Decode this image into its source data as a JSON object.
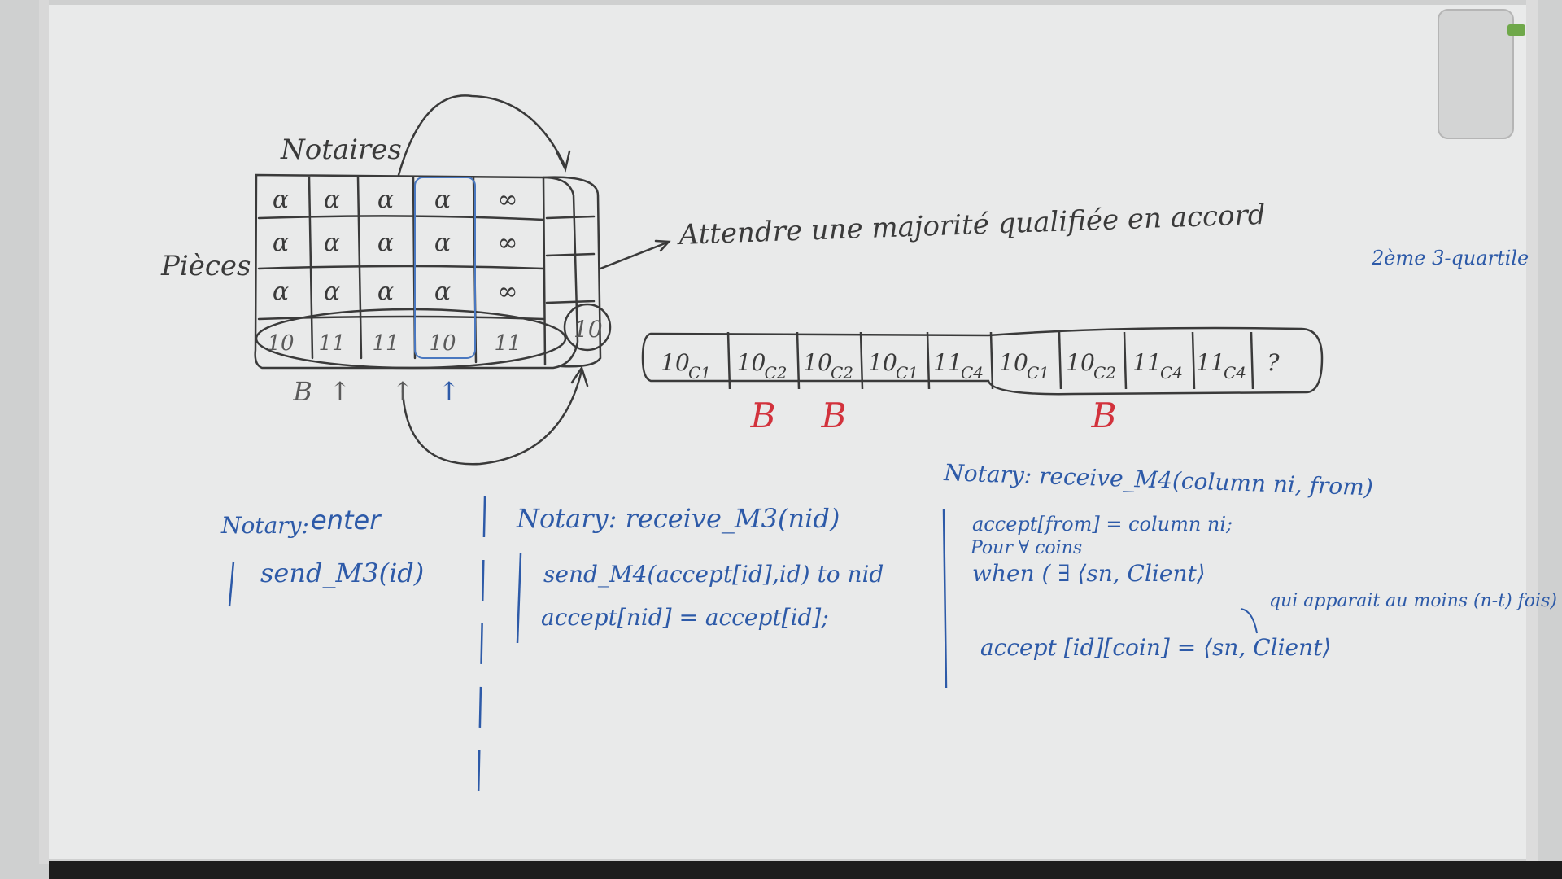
{
  "colors": {
    "board": "#e9eaea",
    "frame": "#d4d4d4",
    "black_marker": "#3a3a3a",
    "blue_marker": "#2d5aa8",
    "red_marker": "#d2323c",
    "bottom_ledge": "#1d1d1d"
  },
  "table": {
    "title": "Notaires",
    "row_label": "Pièces",
    "grid": [
      [
        "α",
        "α",
        "α",
        "α",
        "∞"
      ],
      [
        "α",
        "α",
        "α",
        "α",
        "∞"
      ],
      [
        "α",
        "α",
        "α",
        "α",
        "∞"
      ],
      [
        "10",
        "11",
        "11",
        "10",
        "11"
      ]
    ],
    "overflow_value": "10",
    "under_marks": [
      "B",
      "↑",
      "↑",
      "↑"
    ]
  },
  "note_majority": "Attendre une majorité qualifiée en accord",
  "note_quartile": "2ème 3-quartile",
  "sequence": {
    "cells": [
      {
        "main": "10",
        "sub": "C1"
      },
      {
        "main": "10",
        "sub": "C2"
      },
      {
        "main": "10",
        "sub": "C2"
      },
      {
        "main": "10",
        "sub": "C1"
      },
      {
        "main": "11",
        "sub": "C4"
      },
      {
        "main": "10",
        "sub": "C1"
      },
      {
        "main": "10",
        "sub": "C2"
      },
      {
        "main": "11",
        "sub": "C4"
      },
      {
        "main": "11",
        "sub": "C4"
      },
      {
        "main": "?",
        "sub": ""
      }
    ],
    "b_marks": [
      "B",
      "B",
      "B"
    ]
  },
  "code_enter": {
    "header_prefix": "Notary:",
    "header_name": "enter",
    "body": [
      "send_M3(id)"
    ]
  },
  "code_m3": {
    "header": "Notary: receive_M3(nid)",
    "body": [
      "send_M4(accept[id],id) to nid",
      "accept[nid] = accept[id];"
    ]
  },
  "code_m4": {
    "header": "Notary: receive_M4(column ni, from)",
    "body": [
      "accept[from] = column ni;",
      "Pour ∀ coins",
      "when ( ∃ ⟨sn, Client⟩",
      "accept [id][coin] = ⟨sn, Client⟩"
    ],
    "note": "qui apparait au moins (n-t) fois)"
  }
}
